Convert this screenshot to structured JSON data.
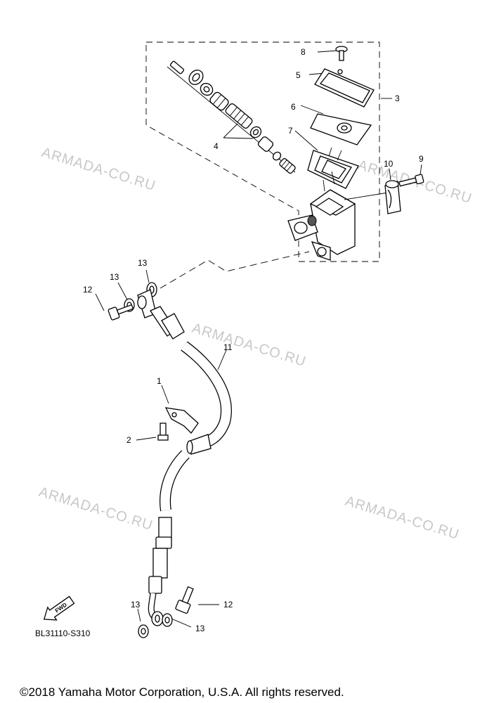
{
  "watermarks": [
    "ARMADA-CO.RU",
    "ARMADA-CO.RU",
    "ARMADA-CO.RU",
    "ARMADA-CO.RU",
    "ARMADA-CO.RU"
  ],
  "callouts": {
    "c1": "1",
    "c2": "2",
    "c3": "3",
    "c4": "4",
    "c5": "5",
    "c6": "6",
    "c7": "7",
    "c8": "8",
    "c9": "9",
    "c10": "10",
    "c11": "11",
    "c12a": "12",
    "c12b": "12",
    "c13a": "13",
    "c13b": "13",
    "c13c": "13",
    "c13d": "13"
  },
  "fwd_label": "FWD",
  "diagram_code": "BL31110-S310",
  "copyright": "©2018 Yamaha Motor Corporation, U.S.A. All rights reserved."
}
